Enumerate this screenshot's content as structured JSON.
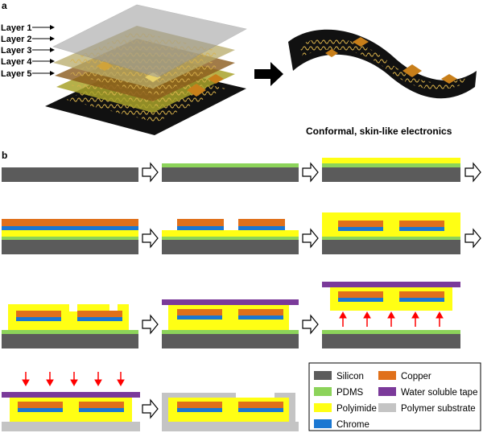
{
  "panel_a": {
    "letter": "a",
    "layers": [
      "Layer 1",
      "Layer 2",
      "Layer 3",
      "Layer 4",
      "Layer 5"
    ],
    "caption": "Conformal, skin-like electronics"
  },
  "panel_b": {
    "letter": "b"
  },
  "legend": {
    "items": [
      {
        "label": "Silicon",
        "color": "#5b5b5b"
      },
      {
        "label": "Copper",
        "color": "#e0701a"
      },
      {
        "label": "PDMS",
        "color": "#8cd35a"
      },
      {
        "label": "Water soluble tape",
        "color": "#7b3a9a"
      },
      {
        "label": "Polyimide",
        "color": "#ffff14"
      },
      {
        "label": "Polymer substrate",
        "color": "#c4c4c4"
      },
      {
        "label": "Chrome",
        "color": "#1a77d2"
      }
    ]
  },
  "colors": {
    "silicon": "#5b5b5b",
    "pdms": "#8cd35a",
    "polyimide": "#ffff14",
    "chrome": "#1a77d2",
    "copper": "#e0701a",
    "tape": "#7b3a9a",
    "polymer": "#c4c4c4",
    "arrow": "#ff0000"
  }
}
